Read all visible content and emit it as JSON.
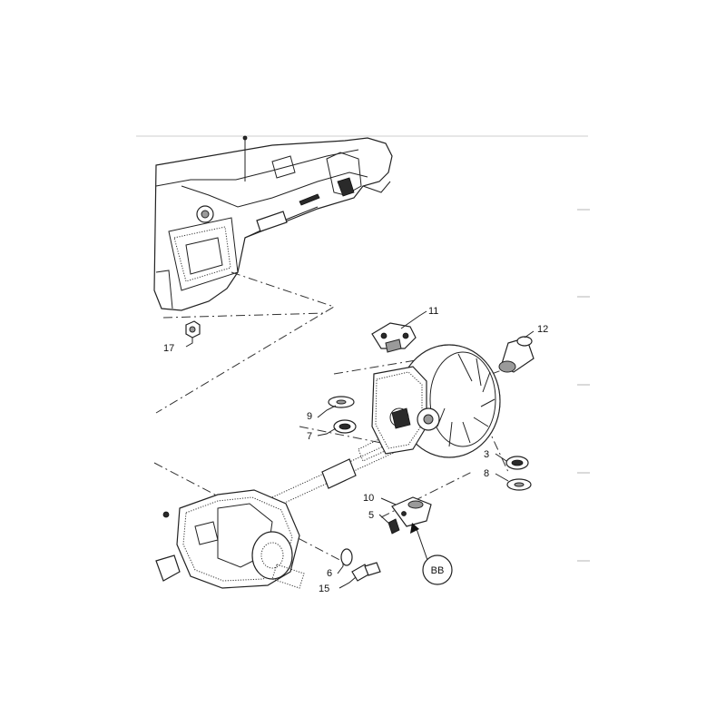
{
  "diagram": {
    "callouts": [
      {
        "id": "c17",
        "text": "17"
      },
      {
        "id": "c11",
        "text": "11"
      },
      {
        "id": "c12",
        "text": "12"
      },
      {
        "id": "c9",
        "text": "9"
      },
      {
        "id": "c7",
        "text": "7"
      },
      {
        "id": "c3",
        "text": "3"
      },
      {
        "id": "c8",
        "text": "8"
      },
      {
        "id": "c10",
        "text": "10"
      },
      {
        "id": "c5",
        "text": "5"
      },
      {
        "id": "c6",
        "text": "6"
      },
      {
        "id": "c15",
        "text": "15"
      }
    ],
    "detail_reference": "BB"
  }
}
